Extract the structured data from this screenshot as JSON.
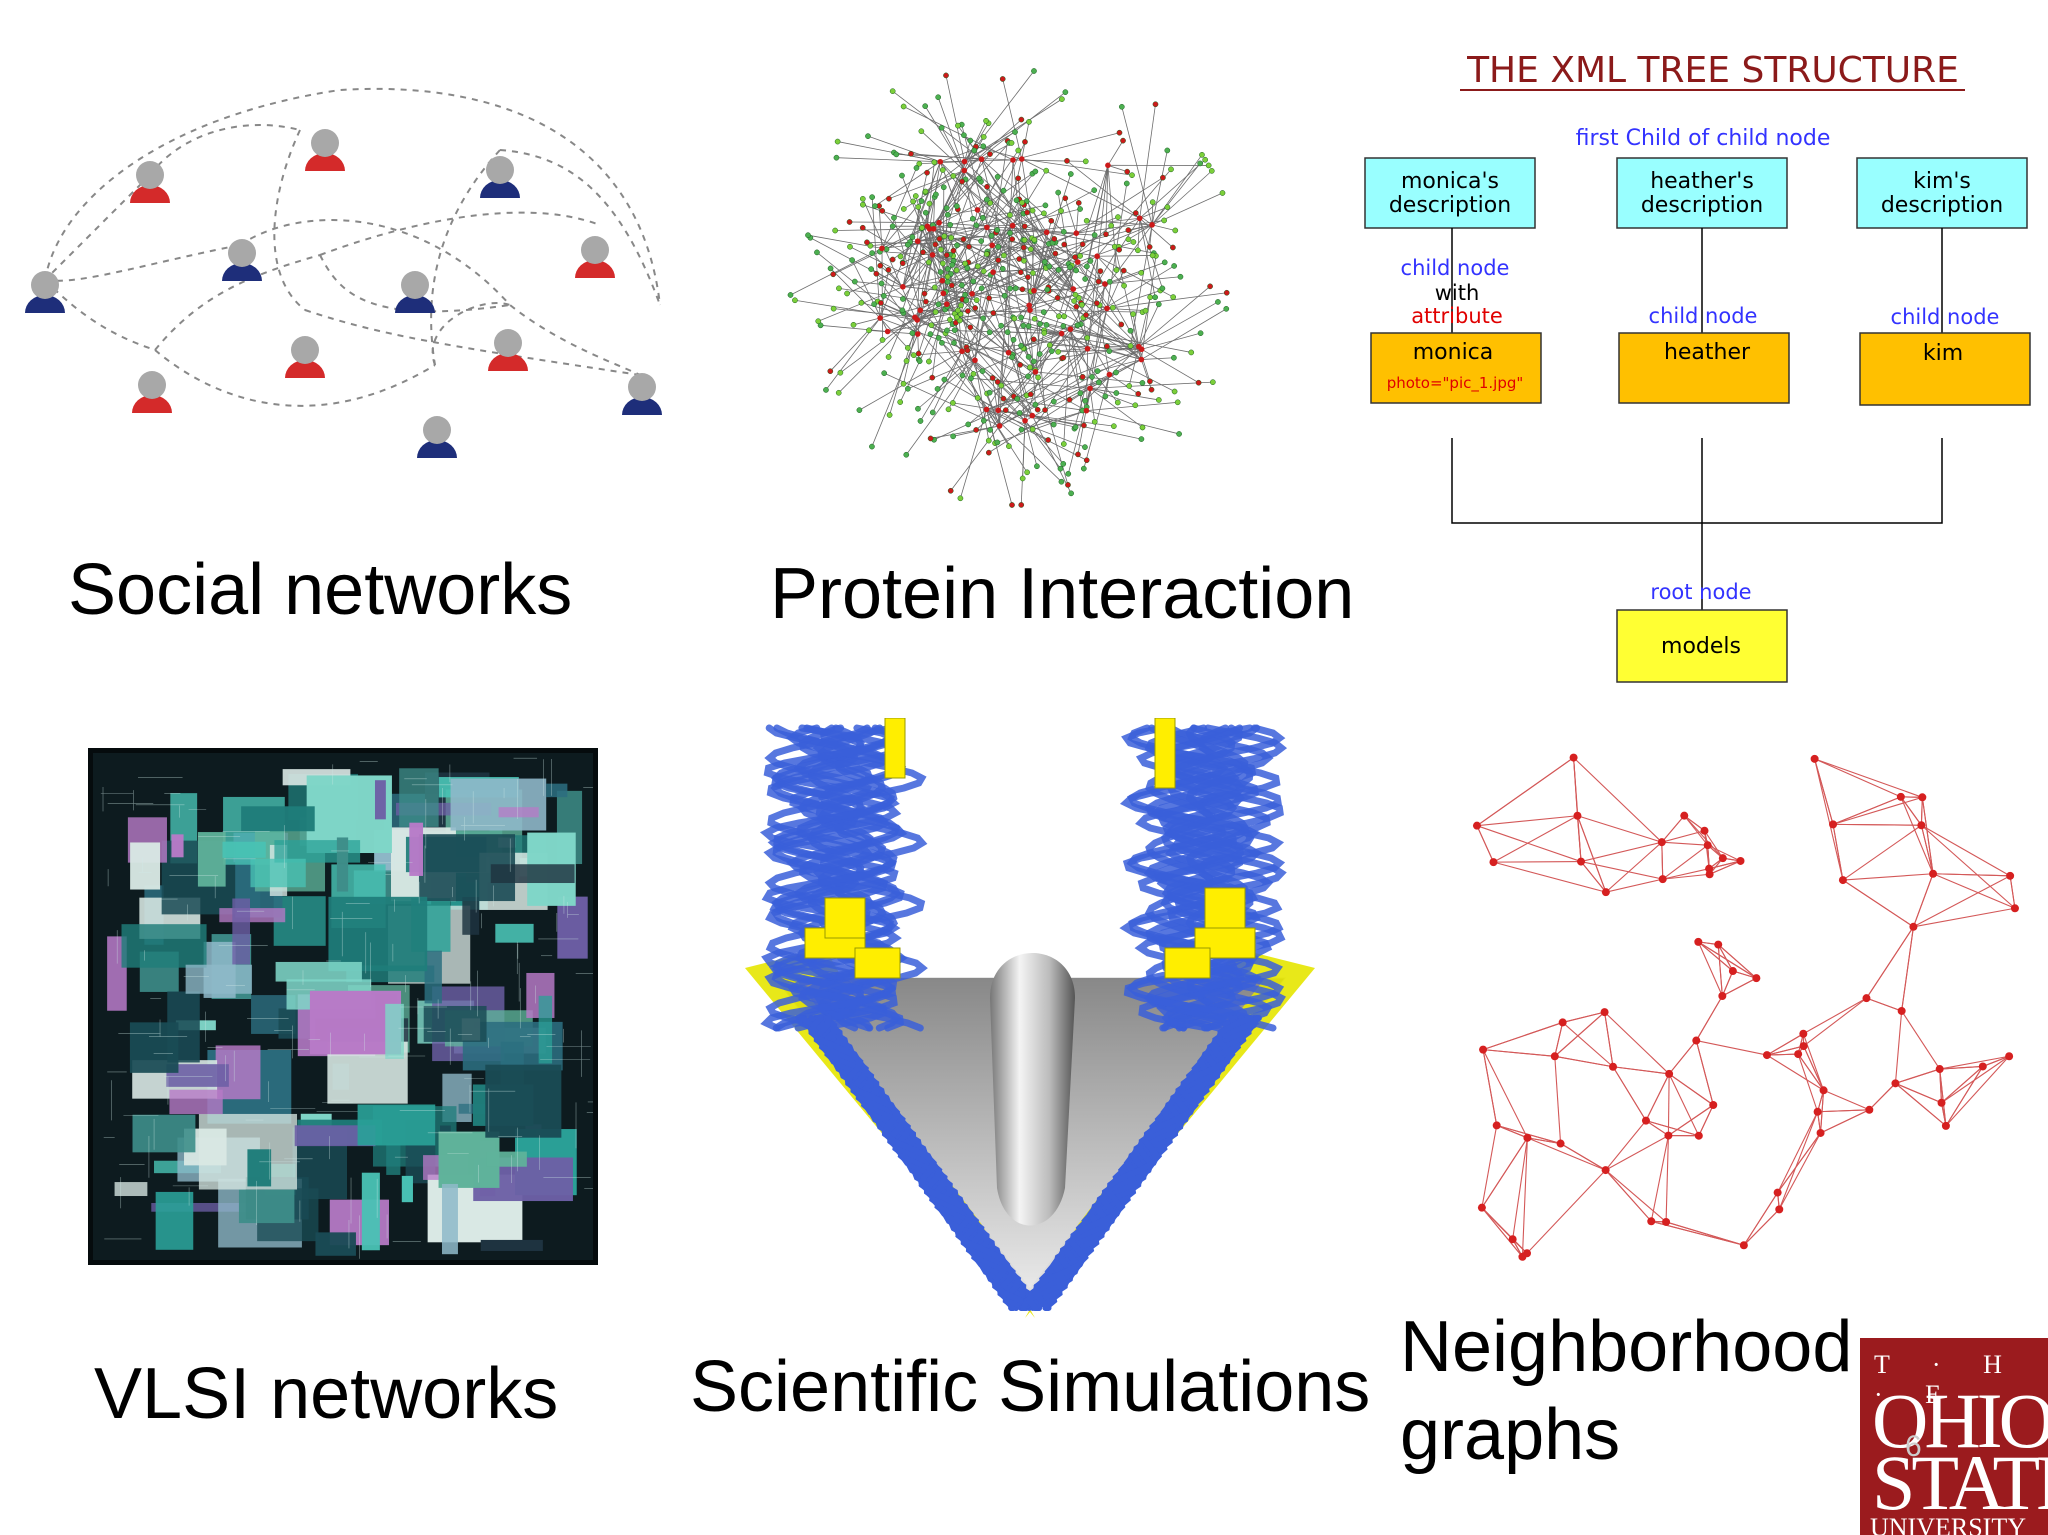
{
  "captions": {
    "social": "Social networks",
    "protein": "Protein Interaction",
    "vlsi": "VLSI networks",
    "simulation": "Scientific Simulations",
    "neighborhood_line1": "Neighborhood",
    "neighborhood_line2": "graphs"
  },
  "xml_tree": {
    "title": "THE XML TREE STRUCTURE",
    "first_child_label": "first Child of child node",
    "descriptions": [
      {
        "line1": "monica's",
        "line2": "description"
      },
      {
        "line1": "heather's",
        "line2": "description"
      },
      {
        "line1": "kim's",
        "line2": "description"
      }
    ],
    "child_labels": {
      "monica": {
        "line1": "child node",
        "line2": "with",
        "line3": "attribute"
      },
      "heather": "child node",
      "kim": "child node"
    },
    "children": [
      {
        "name": "monica",
        "attribute": "photo=\"pic_1.jpg\""
      },
      {
        "name": "heather"
      },
      {
        "name": "kim"
      }
    ],
    "root_label": "root node",
    "root": "models",
    "colors": {
      "title": "#8b1a1a",
      "blue_label": "#3333ff",
      "red_label": "#e00000",
      "desc_box": "#99ffff",
      "child_box": "#ffc000",
      "root_box": "#ffff33"
    }
  },
  "logo": {
    "line1": "T · H · E",
    "line2": "OHIO",
    "line3": "STATE",
    "line4": "UNIVERSITY",
    "color": "#9b1b1e"
  },
  "page_number": "6"
}
